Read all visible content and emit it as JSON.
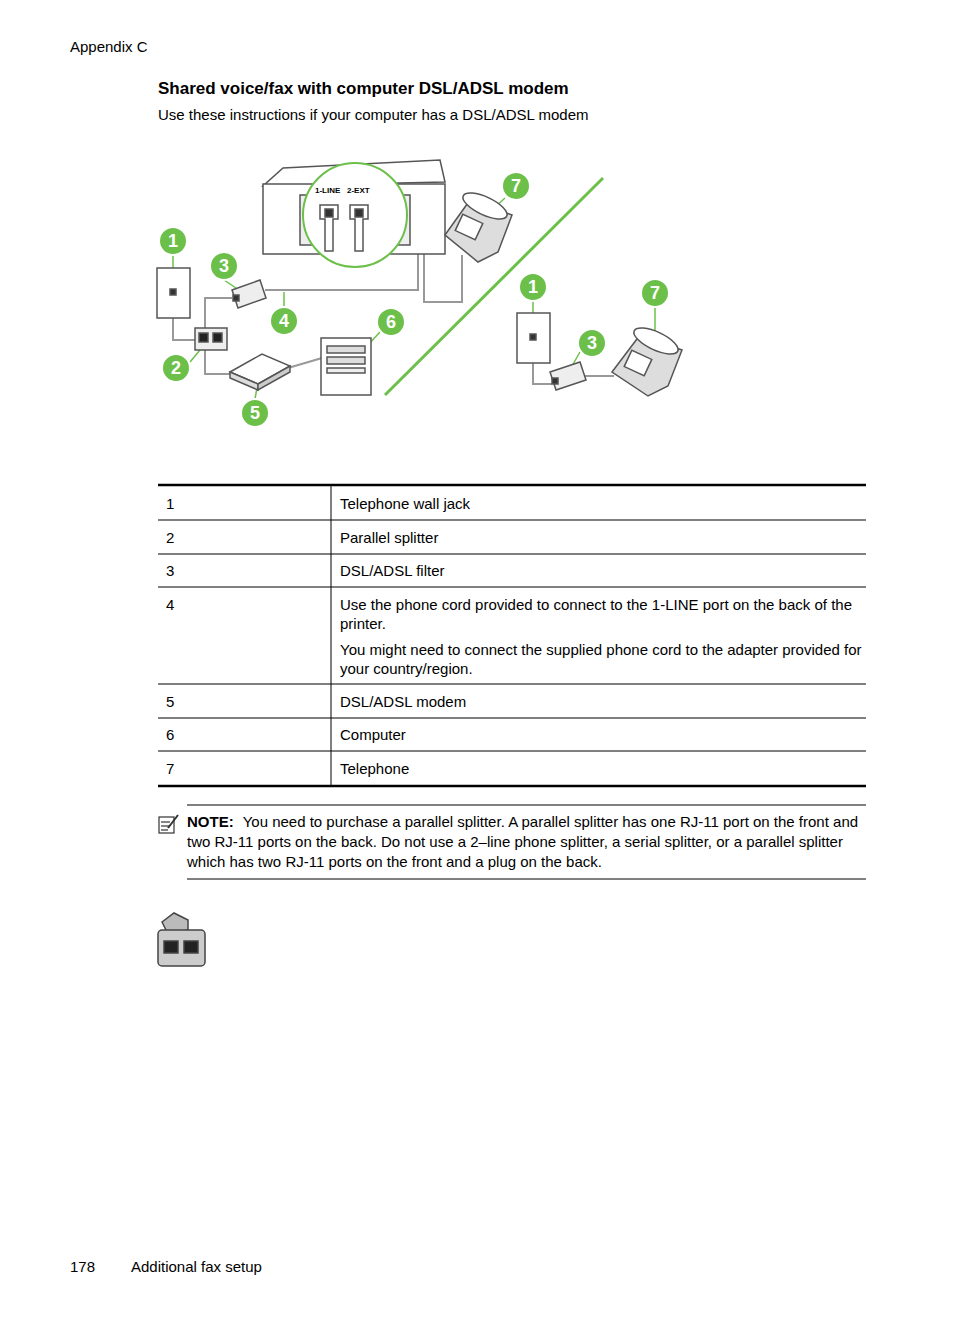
{
  "diagram": {
    "title": "Shared voice/fax with computer DSL/ADSL modem",
    "labels": [
      "Appendix C",
      "Use these instructions if your computer has a DSL/ADSL modem",
      "1",
      "3",
      "7",
      "4",
      "6",
      "2",
      "5",
      "1",
      "7",
      "3",
      "1-LINE",
      "2-EXT",
      "1",
      "Telephone wall jack",
      "2",
      "Parallel splitter",
      "3",
      "DSL/ADSL filter",
      "4",
      "Use the phone cord provided to connect to the 1-LINE port on the back of the printer.",
      "You might need to connect the supplied phone cord to the adapter provided for your country/region.",
      "5",
      "DSL/ADSL modem",
      "6",
      "Computer",
      "7",
      "Telephone",
      "NOTE:",
      "You need to purchase a parallel splitter. A parallel splitter has one RJ-11 port on the front and two RJ-11 ports on the back. Do not use a 2–line phone splitter, a serial splitter, or a parallel splitter which has two RJ-11 ports on the front and a plug on the back.",
      "178",
      "Additional fax setup"
    ]
  }
}
